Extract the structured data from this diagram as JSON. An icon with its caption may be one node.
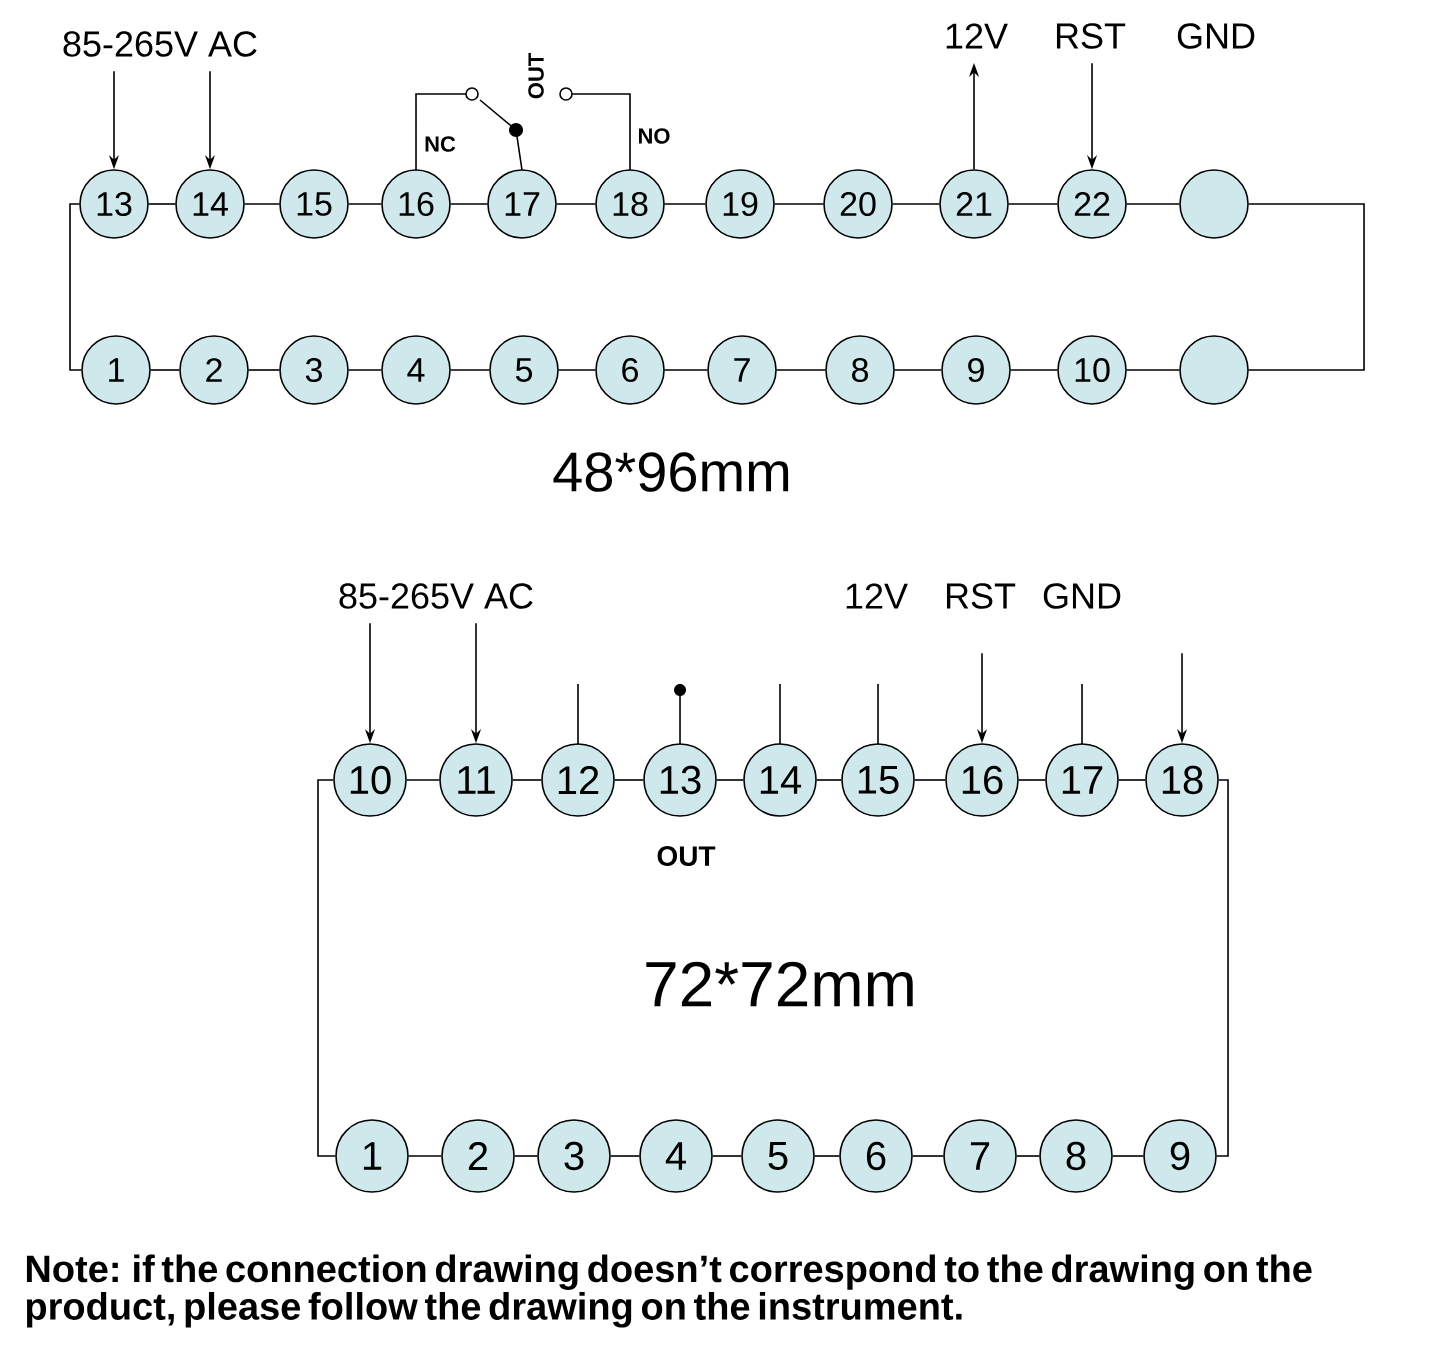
{
  "diagram": {
    "caption": "Note: if the connection drawing doesn’t correspond to the drawing on the product, please follow the drawing on the instrument.",
    "nodes": [
      {
        "text": [
          "85-265V AC"
        ]
      },
      {
        "text": [
          "12V"
        ]
      },
      {
        "text": [
          "RST"
        ]
      },
      {
        "text": [
          "13"
        ]
      },
      {
        "text": [
          "14"
        ]
      },
      {
        "text": [
          "15"
        ]
      },
      {
        "text": [
          "16"
        ]
      },
      {
        "text": [
          "17"
        ]
      },
      {
        "text": [
          "18"
        ]
      },
      {
        "text": [
          "19"
        ]
      },
      {
        "text": [
          "20"
        ]
      },
      {
        "text": [
          "21"
        ]
      },
      {
        "text": [
          "22"
        ]
      },
      {
        "text": [],
        "shape": "circle"
      },
      {
        "text": [
          "1"
        ]
      },
      {
        "text": [
          "2"
        ]
      },
      {
        "text": [
          "3"
        ]
      },
      {
        "text": [
          "4"
        ]
      },
      {
        "text": [
          "5"
        ]
      },
      {
        "text": [
          "6"
        ]
      },
      {
        "text": [
          "7"
        ]
      },
      {
        "text": [
          "8"
        ]
      },
      {
        "text": [
          "9"
        ]
      },
      {
        "text": [
          "10"
        ]
      },
      {
        "text": [],
        "shape": "circle"
      },
      {
        "text": [
          "85-265V AC"
        ]
      },
      {
        "text": [
          "10"
        ]
      },
      {
        "text": [
          "11"
        ]
      },
      {
        "text": [
          "12"
        ]
      },
      {
        "text": [
          "13"
        ]
      },
      {
        "text": [
          "14"
        ]
      },
      {
        "text": [
          "15"
        ]
      },
      {
        "text": [
          "16"
        ]
      },
      {
        "text": [
          "17"
        ]
      },
      {
        "text": [
          "18"
        ]
      },
      {
        "text": [
          "1"
        ]
      },
      {
        "text": [
          "2"
        ]
      },
      {
        "text": [
          "3"
        ]
      },
      {
        "text": [
          "4"
        ]
      },
      {
        "text": [
          "5"
        ]
      },
      {
        "text": [
          "6"
        ]
      },
      {
        "text": [
          "7"
        ]
      },
      {
        "text": [
          "8"
        ]
      },
      {
        "text": [
          "9"
        ]
      }
    ],
    "edges": [
      {
        "from": 0,
        "to": 3,
        "arrow": "to"
      },
      {
        "from": 0,
        "to": 4,
        "arrow": "to"
      },
      {
        "from": 11,
        "to": 1,
        "arrow": "to"
      },
      {
        "from": 2,
        "to": 12,
        "arrow": "to"
      },
      {
        "from": 3,
        "to": 4,
        "arrow": "none"
      },
      {
        "from": 4,
        "to": 5,
        "arrow": "none"
      },
      {
        "from": 5,
        "to": 6,
        "arrow": "none"
      },
      {
        "from": 6,
        "to": 7,
        "arrow": "none"
      },
      {
        "from": 7,
        "to": 8,
        "arrow": "none"
      },
      {
        "from": 8,
        "to": 9,
        "arrow": "none"
      },
      {
        "from": 9,
        "to": 10,
        "arrow": "none"
      },
      {
        "from": 10,
        "to": 11,
        "arrow": "none"
      },
      {
        "from": 11,
        "to": 12,
        "arrow": "none"
      },
      {
        "from": 12,
        "to": 13,
        "arrow": "none"
      },
      {
        "from": 14,
        "to": 15,
        "arrow": "none"
      },
      {
        "from": 15,
        "to": 16,
        "arrow": "none"
      },
      {
        "from": 16,
        "to": 17,
        "arrow": "none"
      },
      {
        "from": 17,
        "to": 18,
        "arrow": "none"
      },
      {
        "from": 18,
        "to": 19,
        "arrow": "none"
      },
      {
        "from": 19,
        "to": 20,
        "arrow": "none"
      },
      {
        "from": 20,
        "to": 21,
        "arrow": "none"
      },
      {
        "from": 21,
        "to": 22,
        "arrow": "none"
      },
      {
        "from": 22,
        "to": 23,
        "arrow": "none"
      },
      {
        "from": 23,
        "to": 24,
        "arrow": "none"
      },
      {
        "from": 3,
        "to": 14,
        "arrow": "none"
      },
      {
        "from": 13,
        "to": 24,
        "arrow": "none"
      },
      {
        "from": 25,
        "to": 26,
        "arrow": "to"
      },
      {
        "from": 25,
        "to": 27,
        "arrow": "to"
      },
      {
        "from": null,
        "to": 32,
        "arrow": "to"
      },
      {
        "from": null,
        "to": 34,
        "arrow": "to"
      },
      {
        "from": 26,
        "to": 27,
        "arrow": "none"
      },
      {
        "from": 27,
        "to": 28,
        "arrow": "none"
      },
      {
        "from": 28,
        "to": 29,
        "arrow": "none"
      },
      {
        "from": 29,
        "to": 30,
        "arrow": "none"
      },
      {
        "from": 30,
        "to": 31,
        "arrow": "none"
      },
      {
        "from": 31,
        "to": 32,
        "arrow": "none"
      },
      {
        "from": 32,
        "to": 33,
        "arrow": "none"
      },
      {
        "from": 33,
        "to": 34,
        "arrow": "none"
      },
      {
        "from": 35,
        "to": 36,
        "arrow": "none"
      },
      {
        "from": 36,
        "to": 37,
        "arrow": "none"
      },
      {
        "from": 37,
        "to": 38,
        "arrow": "none"
      },
      {
        "from": 38,
        "to": 39,
        "arrow": "none"
      },
      {
        "from": 39,
        "to": 40,
        "arrow": "none"
      },
      {
        "from": 40,
        "to": 41,
        "arrow": "none"
      },
      {
        "from": 41,
        "to": 42,
        "arrow": "none"
      },
      {
        "from": 42,
        "to": 43,
        "arrow": "none"
      },
      {
        "from": 26,
        "to": 35,
        "arrow": "none"
      },
      {
        "from": 34,
        "to": 43,
        "arrow": "none"
      }
    ],
    "labels": [
      "GND",
      "OUT",
      "NC",
      "NO",
      "48*96mm",
      "12V",
      "RST",
      "GND",
      "OUT",
      "72*72mm"
    ]
  }
}
